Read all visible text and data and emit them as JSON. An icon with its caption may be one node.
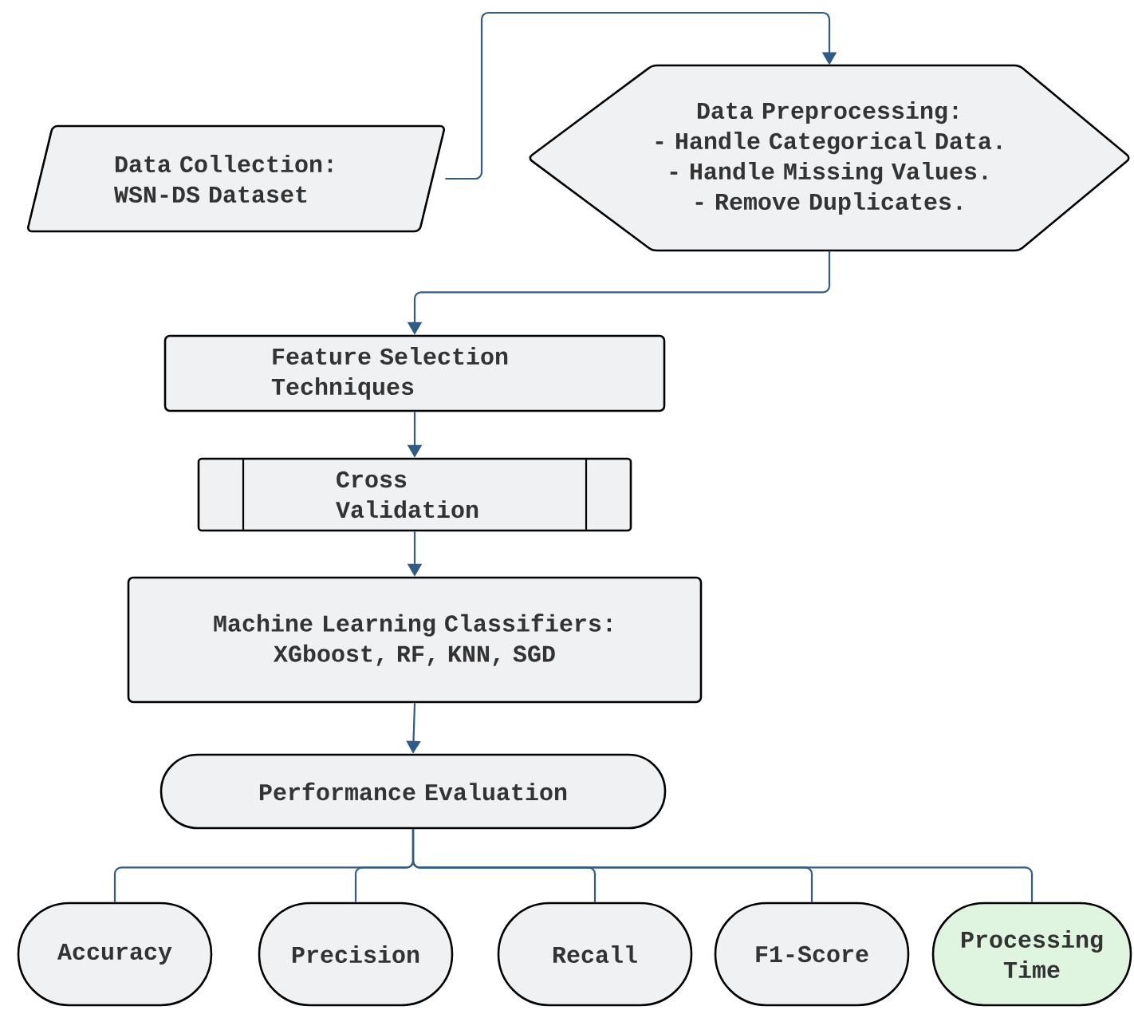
{
  "diagram": {
    "nodes": [
      {
        "text": [
          "Data Collection: WSN-DS Dataset"
        ]
      },
      {
        "text": [
          "Data Preprocessing:",
          "- Handle Categorical Data. - Handle Missing Values. - Remove Duplicates."
        ]
      },
      {
        "text": [
          "Feature Selection Techniques"
        ]
      },
      {
        "text": [
          "Cross Validation"
        ]
      },
      {
        "text": [
          "Machine Learning Classifiers: XGboost, RF, KNN, SGD"
        ]
      },
      {
        "text": [
          "Performance Evaluation"
        ]
      },
      {
        "text": [
          "Accuracy"
        ]
      },
      {
        "text": [
          "Precision"
        ]
      },
      {
        "text": [
          "Recall"
        ]
      },
      {
        "text": [
          "F1-Score"
        ]
      },
      {
        "text": [
          "Processing Time"
        ]
      }
    ],
    "edges": [
      {
        "from": 0,
        "to": 1,
        "arrow": "to"
      },
      {
        "from": 1,
        "to": 2,
        "arrow": "to"
      },
      {
        "from": 2,
        "to": 3,
        "arrow": "to"
      },
      {
        "from": 3,
        "to": 4,
        "arrow": "to"
      },
      {
        "from": 4,
        "to": 5,
        "arrow": "to"
      },
      {
        "from": 5,
        "to": 6,
        "arrow": "none"
      },
      {
        "from": 5,
        "to": 7,
        "arrow": "none"
      },
      {
        "from": 5,
        "to": 8,
        "arrow": "none"
      },
      {
        "from": 5,
        "to": 9,
        "arrow": "none"
      },
      {
        "from": 5,
        "to": 10,
        "arrow": "none"
      }
    ]
  }
}
